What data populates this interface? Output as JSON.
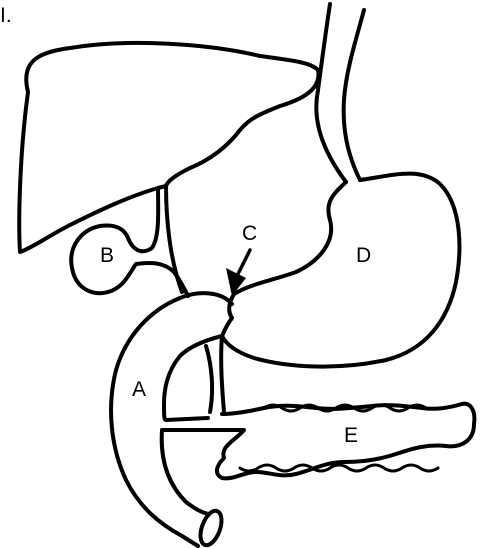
{
  "figure": {
    "panel_label": "I."
  },
  "labels": {
    "A": "A",
    "B": "B",
    "C": "C",
    "D": "D",
    "E": "E"
  },
  "structures": {
    "liver": "liver-outline",
    "gallbladder": "gallbladder-outline",
    "esophagus": "esophagus-outline",
    "stomach": "stomach-outline",
    "duodenum": "duodenum-outline",
    "pancreas": "pancreas-outline",
    "pylorus_arrow": "arrow-icon"
  },
  "colors": {
    "stroke": "#000000",
    "background": "#ffffff"
  }
}
